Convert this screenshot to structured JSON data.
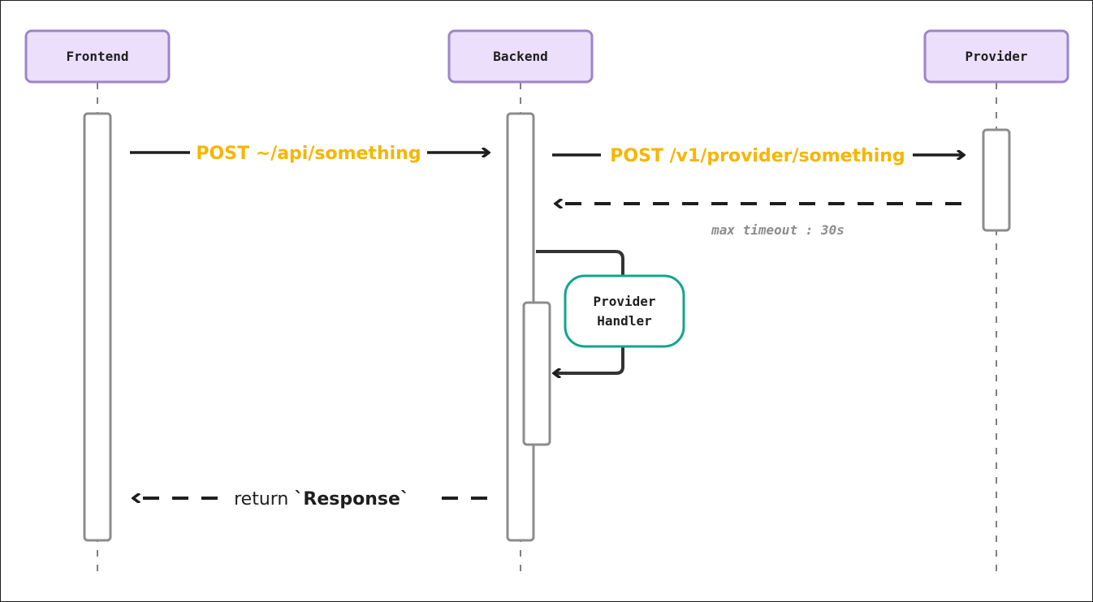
{
  "participants": [
    {
      "id": "frontend",
      "label": "Frontend"
    },
    {
      "id": "backend",
      "label": "Backend"
    },
    {
      "id": "provider",
      "label": "Provider"
    }
  ],
  "messages": {
    "request_backend": {
      "label": "POST ~/api/something",
      "from": "Frontend",
      "to": "Backend",
      "style": "solid"
    },
    "request_provider": {
      "label": "POST /v1/provider/something",
      "from": "Backend",
      "to": "Provider",
      "style": "solid"
    },
    "provider_reply": {
      "label": "",
      "from": "Provider",
      "to": "Backend",
      "style": "dashed"
    },
    "timeout_note": "max timeout : 30s",
    "self_call": {
      "label_line1": "Provider",
      "label_line2": "Handler"
    },
    "response": {
      "label_prefix": "return ",
      "label_bold": "`Response`",
      "from": "Backend",
      "to": "Frontend",
      "style": "dashed"
    }
  },
  "colors": {
    "participant_fill": "#ebdffc",
    "participant_stroke": "#9c85c9",
    "message_label": "#f7b500",
    "handler_stroke": "#12a58c",
    "activation_stroke": "#8c8c8c",
    "arrow": "#1e1e1e",
    "note_text": "#8c8c8c"
  }
}
